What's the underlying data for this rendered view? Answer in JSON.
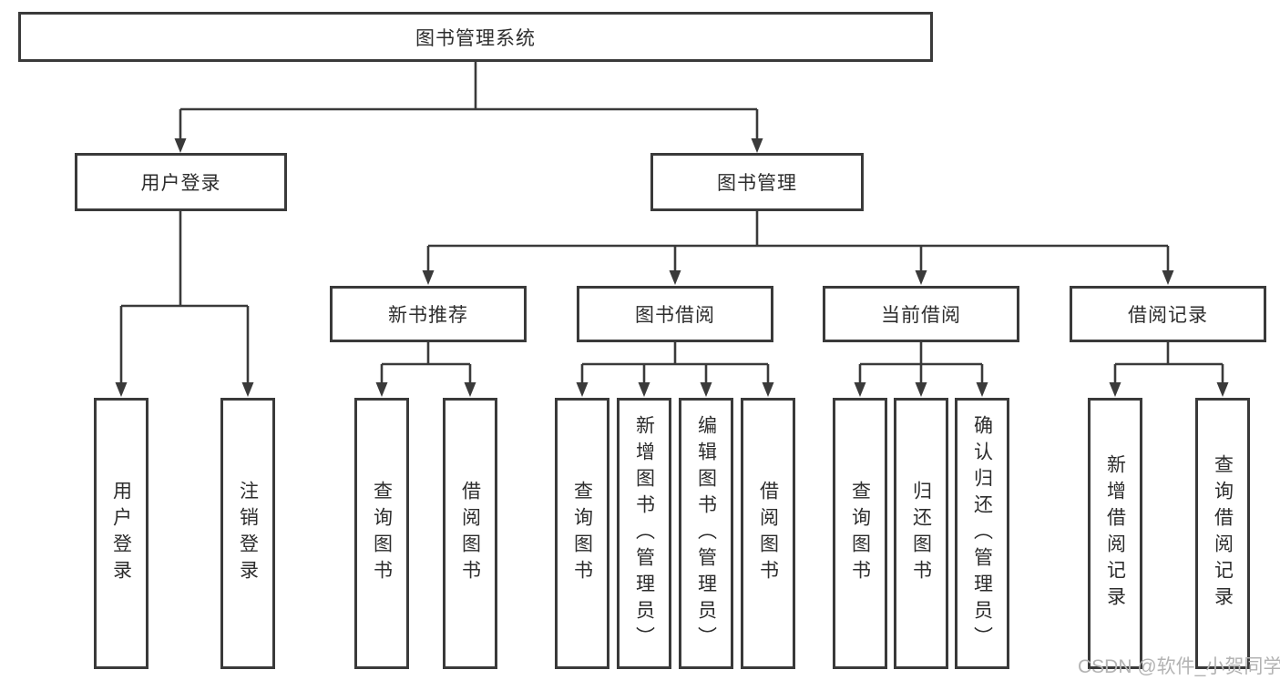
{
  "diagram": {
    "title": "图书管理系统",
    "type": "hierarchy-tree",
    "nodes": {
      "root": {
        "label": "图书管理系统"
      },
      "level2": [
        {
          "label": "用户登录",
          "parent": "图书管理系统"
        },
        {
          "label": "图书管理",
          "parent": "图书管理系统"
        }
      ],
      "level3": [
        {
          "label": "新书推荐",
          "parent": "图书管理"
        },
        {
          "label": "图书借阅",
          "parent": "图书管理"
        },
        {
          "label": "当前借阅",
          "parent": "图书管理"
        },
        {
          "label": "借阅记录",
          "parent": "图书管理"
        }
      ],
      "leaves": [
        {
          "label": "用户登录",
          "parent": "用户登录"
        },
        {
          "label": "注销登录",
          "parent": "用户登录"
        },
        {
          "label": "查询图书",
          "parent": "新书推荐"
        },
        {
          "label": "借阅图书",
          "parent": "新书推荐"
        },
        {
          "label": "查询图书",
          "parent": "图书借阅"
        },
        {
          "label": "新增图书（管理员）",
          "parent": "图书借阅"
        },
        {
          "label": "编辑图书（管理员）",
          "parent": "图书借阅"
        },
        {
          "label": "借阅图书",
          "parent": "图书借阅"
        },
        {
          "label": "查询图书",
          "parent": "当前借阅"
        },
        {
          "label": "归还图书",
          "parent": "当前借阅"
        },
        {
          "label": "确认归还（管理员）",
          "parent": "当前借阅"
        },
        {
          "label": "新增借阅记录",
          "parent": "借阅记录"
        },
        {
          "label": "查询借阅记录",
          "parent": "借阅记录"
        }
      ]
    }
  },
  "watermark": {
    "text": "CSDN @软件_小贺同学"
  },
  "colors": {
    "line": "#3a3a3a",
    "text": "#2d2d2d",
    "background": "#ffffff",
    "watermark": "#b3b3b3"
  }
}
